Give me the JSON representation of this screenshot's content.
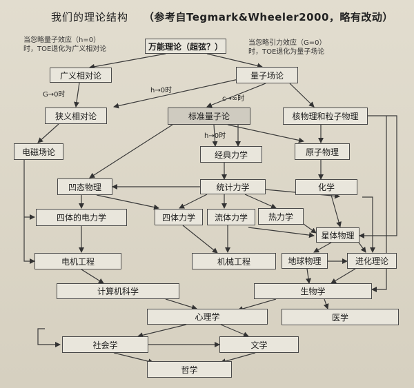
{
  "header": {
    "title": "我们的理论结构",
    "subtitle": "（参考自Tegmark&Wheeler2000，略有改动）"
  },
  "notes": {
    "left": [
      "当忽略量子效应（h=0）",
      "时，TOE退化为广义相对论"
    ],
    "right": [
      "当忽略引力效应（G=0）",
      "时，TOE退化为量子场论"
    ]
  },
  "edge_labels": {
    "g_to_0": "G→0时",
    "h_to_0_a": "h→0时",
    "c_to_inf": "c→∞时",
    "h_to_0_b": "h→0时"
  },
  "nodes": {
    "toe": "万能理论（超弦？）",
    "gr": "广义相对论",
    "qft": "量子场论",
    "sr": "狭义相对论",
    "sm": "标准量子论",
    "nuclear": "核物理和粒子物理",
    "em": "电磁场论",
    "classical": "经典力学",
    "atomic": "原子物理",
    "condensed": "凹态物理",
    "statistical": "统计力学",
    "chemistry": "化学",
    "solid_em": "四体的电力学",
    "solid_mech": "四体力学",
    "fluid": "流体力学",
    "thermo": "热力学",
    "astro": "星体物理",
    "ee": "电机工程",
    "me": "机械工程",
    "geo": "地球物理",
    "evolution": "进化理论",
    "cs": "计算机科学",
    "biology": "生物学",
    "psychology": "心理学",
    "medicine": "医学",
    "sociology": "社会学",
    "literature": "文学",
    "philosophy": "哲学"
  }
}
